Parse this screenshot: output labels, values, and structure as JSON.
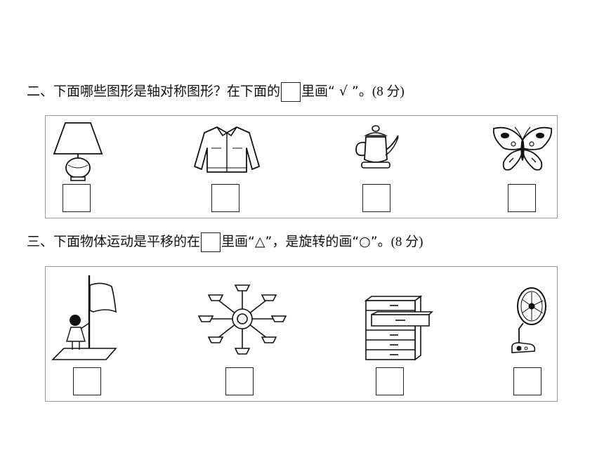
{
  "q2": {
    "prefix": "二、下面哪些图形是轴对称图形？在下面的",
    "suffix": "里画“ √ ”。",
    "score": "(8 分)",
    "items": [
      "lamp-icon",
      "jacket-icon",
      "teapot-icon",
      "butterfly-icon"
    ]
  },
  "q3": {
    "prefix": "三、下面物体运动是平移的在",
    "suffix": "里画“△”，是旋转的画“○”。",
    "score": "(8 分)",
    "items": [
      "flag-raising-icon",
      "ferris-wheel-icon",
      "drawer-cabinet-icon",
      "electric-fan-icon"
    ]
  }
}
